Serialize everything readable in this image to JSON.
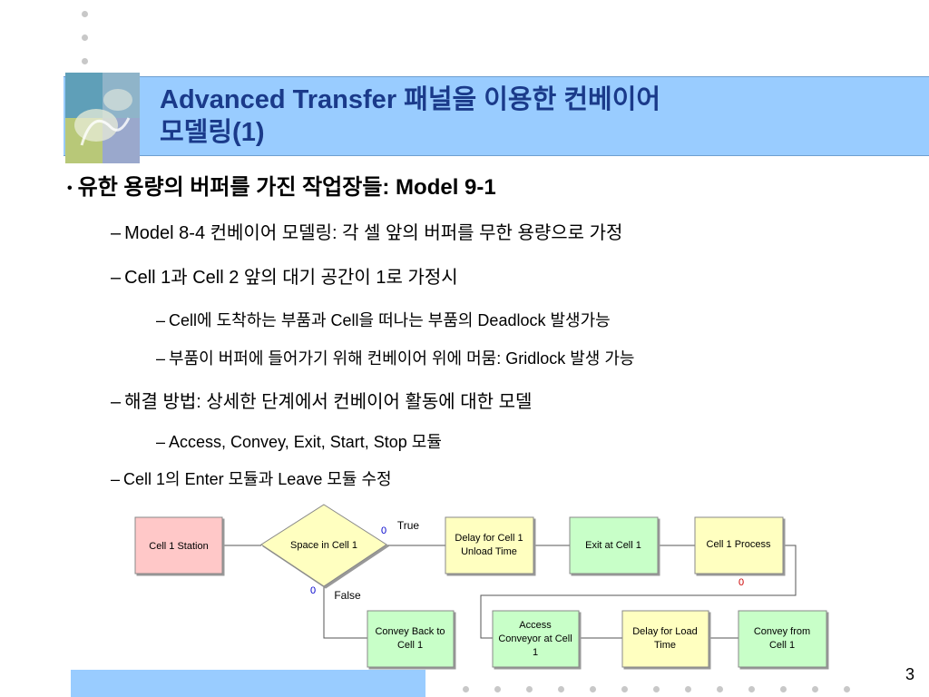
{
  "title": {
    "line1": "Advanced Transfer 패널을 이용한 컨베이어",
    "line2": "모델링(1)"
  },
  "bullets": {
    "main": "유한 용량의 버퍼를 가진 작업장들: Model 9-1",
    "sub1": "Model 8-4 컨베이어 모델링: 각 셀 앞의 버퍼를 무한 용량으로 가정",
    "sub2": "Cell 1과 Cell 2 앞의 대기 공간이 1로 가정시",
    "sub2a": "Cell에 도착하는 부품과 Cell을 떠나는 부품의 Deadlock 발생가능",
    "sub2b": "부품이 버퍼에 들어가기 위해 컨베이어 위에 머뭄: Gridlock 발생 가능",
    "sub3": "해결 방법: 상세한 단계에서 컨베이어 활동에 대한 모델",
    "sub3a": "Access, Convey, Exit, Start, Stop 모듈",
    "sub4": "Cell 1의 Enter 모듈과 Leave 모듈 수정"
  },
  "flowchart": {
    "station": "Cell 1 Station",
    "decide": "Space in Cell 1",
    "true_label": "True",
    "false_label": "False",
    "zero_true": "0",
    "zero_false": "0",
    "zero_process": "0",
    "delay_unload_1": "Delay for Cell 1",
    "delay_unload_2": "Unload Time",
    "exit": "Exit at Cell 1",
    "process": "Cell 1 Process",
    "convey_back_1": "Convey Back to",
    "convey_back_2": "Cell 1",
    "access_1": "Access",
    "access_2": "Conveyor at Cell",
    "access_3": "1",
    "delay_load_1": "Delay for Load",
    "delay_load_2": "Time",
    "convey_from_1": "Convey from",
    "convey_from_2": "Cell 1",
    "colors": {
      "station": "#ffc8c8",
      "decide": "#ffffc0",
      "delay": "#ffffc0",
      "exit": "#c8ffc8",
      "process": "#ffffc0",
      "convey": "#c8ffc8",
      "access": "#c8ffc8"
    }
  },
  "page_number": "3"
}
